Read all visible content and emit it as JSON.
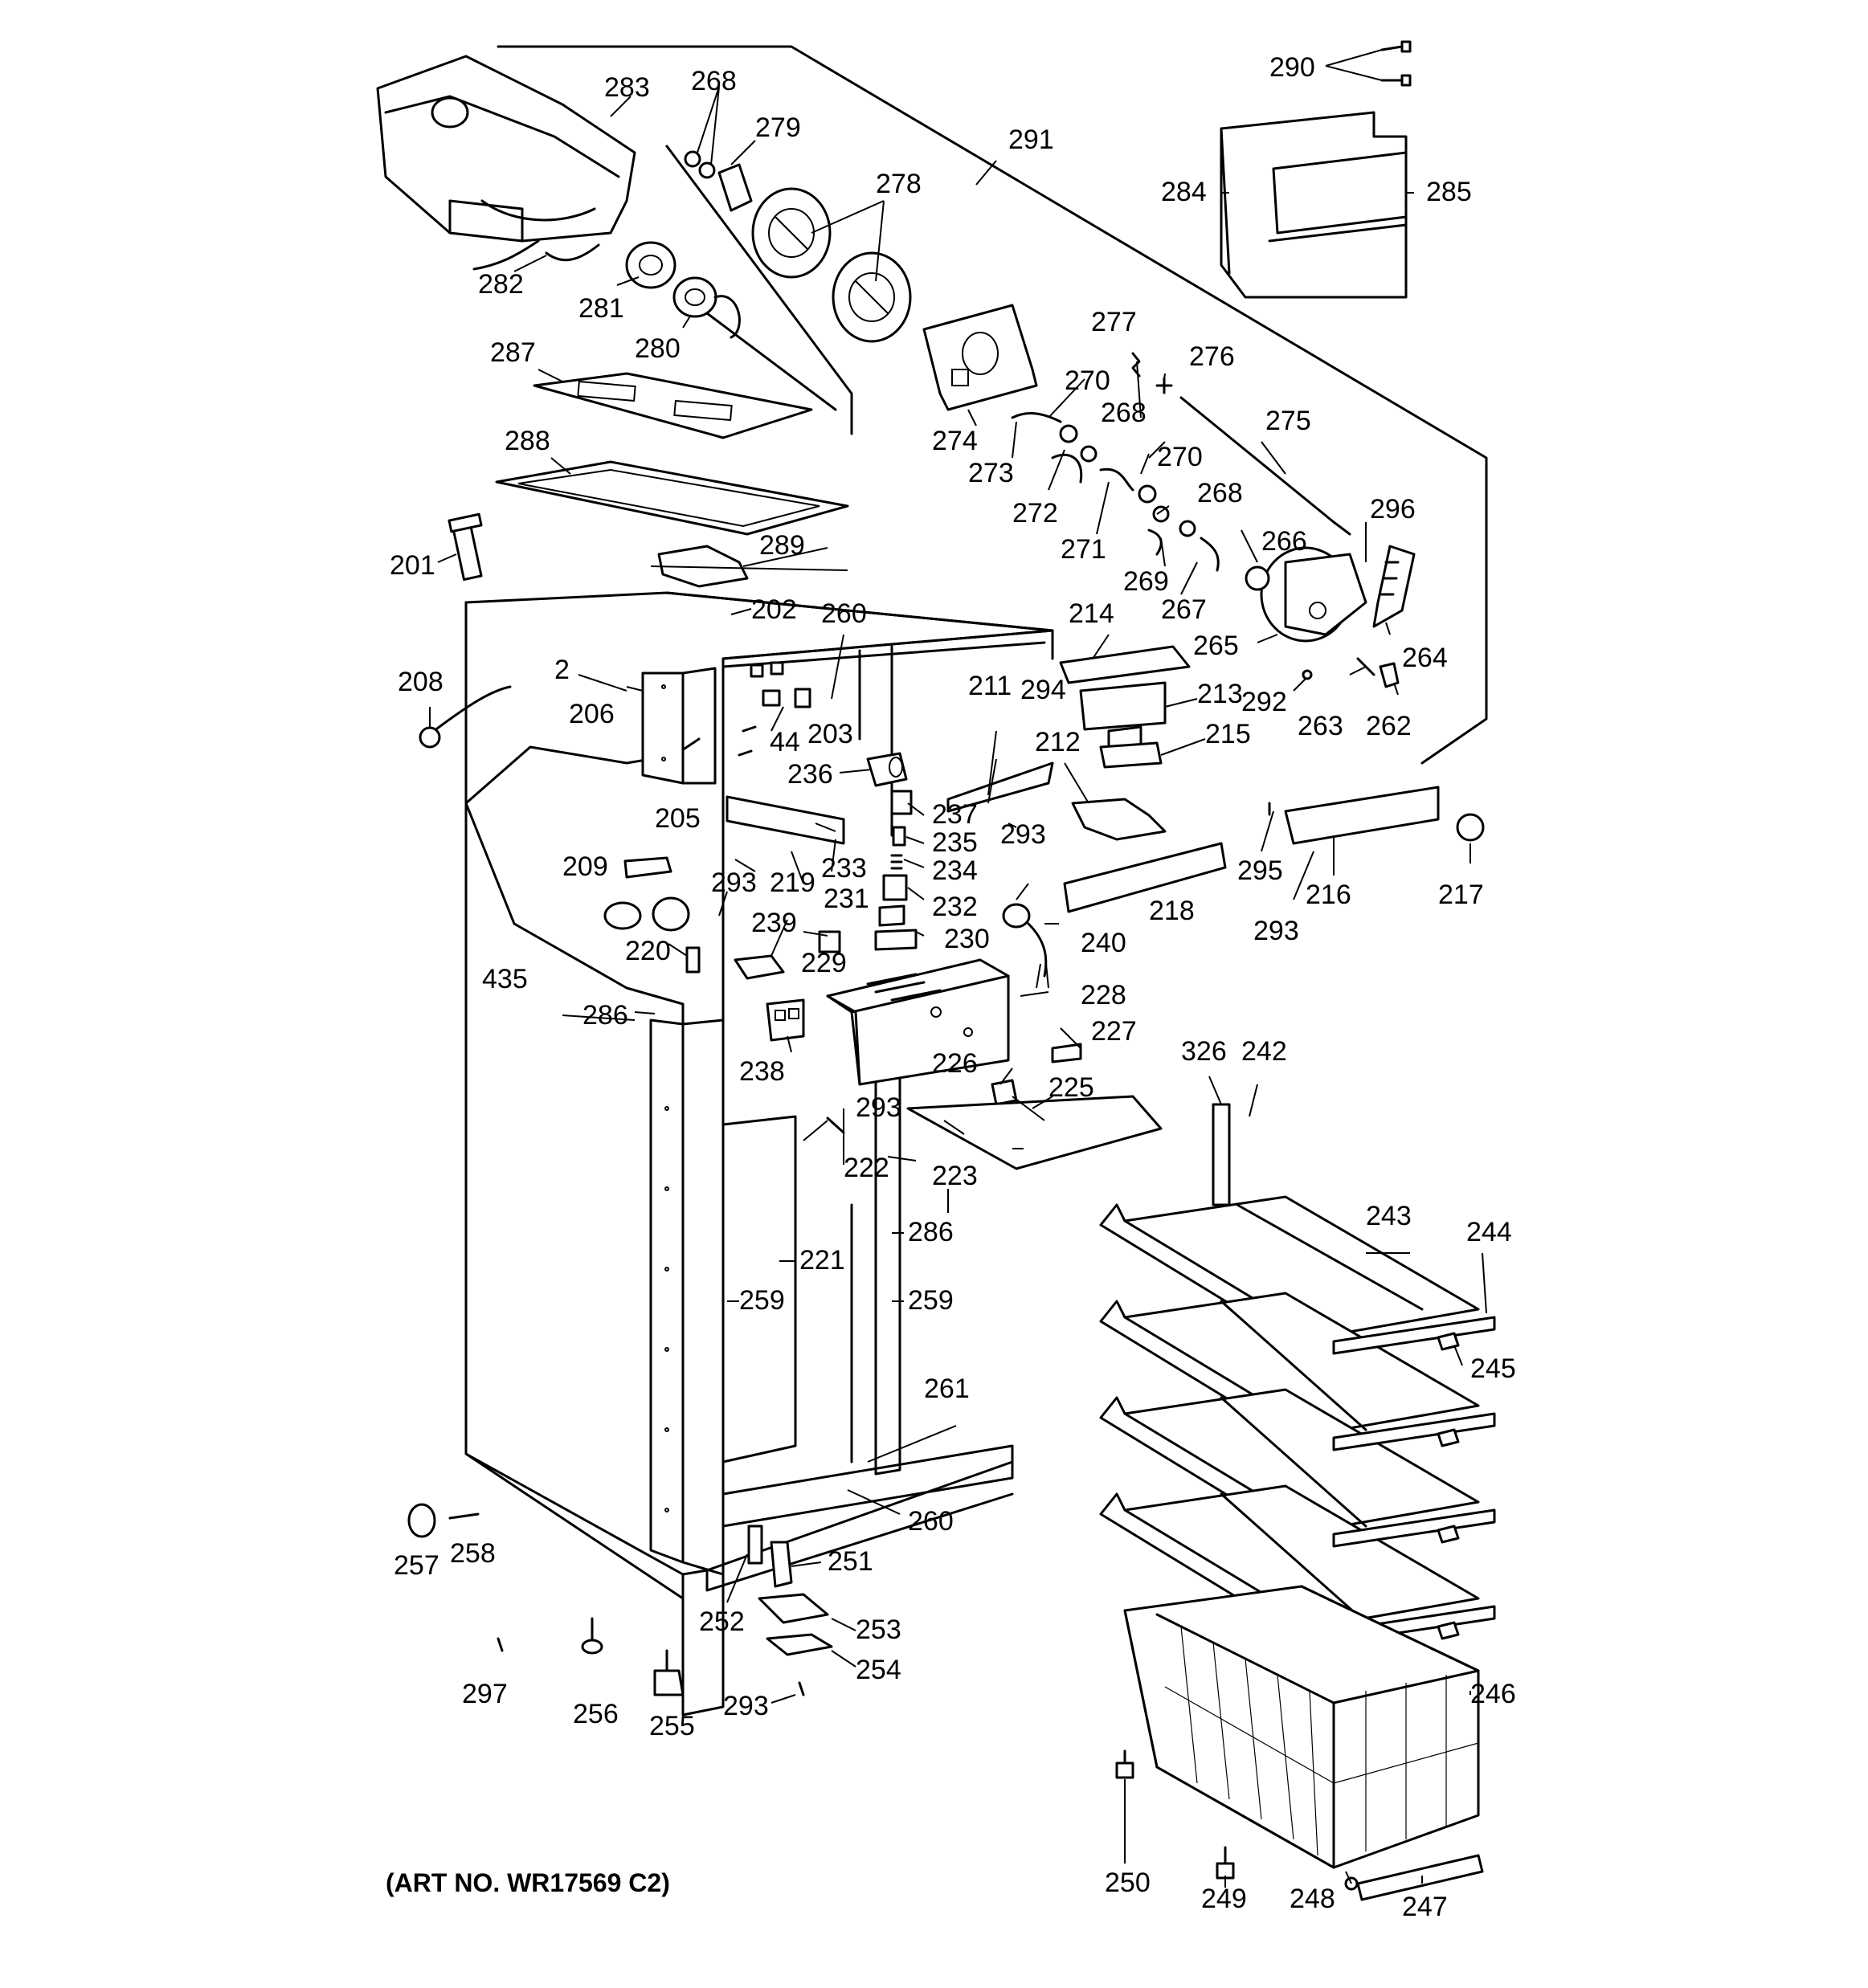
{
  "caption": "(ART NO. WR17569 C2)",
  "labels": {
    "l2": "2",
    "l44": "44",
    "l201": "201",
    "l202": "202",
    "l203": "203",
    "l205": "205",
    "l206": "206",
    "l208": "208",
    "l209": "209",
    "l211": "211",
    "l212": "212",
    "l213": "213",
    "l214": "214",
    "l215": "215",
    "l216": "216",
    "l217": "217",
    "l218": "218",
    "l219": "219",
    "l220": "220",
    "l221": "221",
    "l222": "222",
    "l223": "223",
    "l225": "225",
    "l226": "226",
    "l227": "227",
    "l228": "228",
    "l229": "229",
    "l230": "230",
    "l231": "231",
    "l232": "232",
    "l233": "233",
    "l234": "234",
    "l235": "235",
    "l236": "236",
    "l237": "237",
    "l238": "238",
    "l239": "239",
    "l240": "240",
    "l242": "242",
    "l243": "243",
    "l244": "244",
    "l245": "245",
    "l246": "246",
    "l247": "247",
    "l248": "248",
    "l249": "249",
    "l250": "250",
    "l251": "251",
    "l252": "252",
    "l253": "253",
    "l254": "254",
    "l255": "255",
    "l256": "256",
    "l257": "257",
    "l258": "258",
    "l259a": "259",
    "l259b": "259",
    "l260a": "260",
    "l260b": "260",
    "l261": "261",
    "l262": "262",
    "l263": "263",
    "l264": "264",
    "l265": "265",
    "l266": "266",
    "l267": "267",
    "l268a": "268",
    "l268b": "268",
    "l268c": "268",
    "l269": "269",
    "l270a": "270",
    "l270b": "270",
    "l271": "271",
    "l272": "272",
    "l273": "273",
    "l274": "274",
    "l275": "275",
    "l276": "276",
    "l277": "277",
    "l278": "278",
    "l279": "279",
    "l280": "280",
    "l281": "281",
    "l282": "282",
    "l283": "283",
    "l284": "284",
    "l285": "285",
    "l286a": "286",
    "l286b": "286",
    "l287": "287",
    "l288": "288",
    "l289": "289",
    "l290": "290",
    "l291": "291",
    "l292": "292",
    "l293a": "293",
    "l293b": "293",
    "l293c": "293",
    "l293d": "293",
    "l293e": "293",
    "l294": "294",
    "l295": "295",
    "l296": "296",
    "l297": "297",
    "l326": "326",
    "l435": "435"
  }
}
